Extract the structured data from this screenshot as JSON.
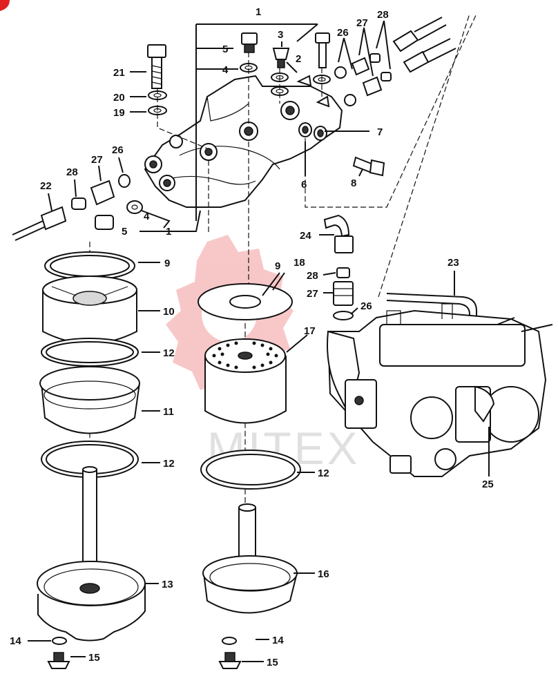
{
  "watermark": {
    "text": "MITEX",
    "color": "#f29a9a"
  },
  "corner_mark_color": "#e02020",
  "callouts": [
    {
      "id": "c1a",
      "text": "1"
    },
    {
      "id": "c1b",
      "text": "1"
    },
    {
      "id": "c2",
      "text": "2"
    },
    {
      "id": "c3",
      "text": "3"
    },
    {
      "id": "c4a",
      "text": "4"
    },
    {
      "id": "c4b",
      "text": "4"
    },
    {
      "id": "c5a",
      "text": "5"
    },
    {
      "id": "c5b",
      "text": "5"
    },
    {
      "id": "c6",
      "text": "6"
    },
    {
      "id": "c7",
      "text": "7"
    },
    {
      "id": "c8",
      "text": "8"
    },
    {
      "id": "c9a",
      "text": "9"
    },
    {
      "id": "c9b",
      "text": "9"
    },
    {
      "id": "c10",
      "text": "10"
    },
    {
      "id": "c11",
      "text": "11"
    },
    {
      "id": "c12a",
      "text": "12"
    },
    {
      "id": "c12b",
      "text": "12"
    },
    {
      "id": "c12c",
      "text": "12"
    },
    {
      "id": "c13",
      "text": "13"
    },
    {
      "id": "c14a",
      "text": "14"
    },
    {
      "id": "c14b",
      "text": "14"
    },
    {
      "id": "c15a",
      "text": "15"
    },
    {
      "id": "c15b",
      "text": "15"
    },
    {
      "id": "c16",
      "text": "16"
    },
    {
      "id": "c17",
      "text": "17"
    },
    {
      "id": "c18",
      "text": "18"
    },
    {
      "id": "c19",
      "text": "19"
    },
    {
      "id": "c20",
      "text": "20"
    },
    {
      "id": "c21",
      "text": "21"
    },
    {
      "id": "c22",
      "text": "22"
    },
    {
      "id": "c23",
      "text": "23"
    },
    {
      "id": "c24",
      "text": "24"
    },
    {
      "id": "c25",
      "text": "25"
    },
    {
      "id": "c26a",
      "text": "26"
    },
    {
      "id": "c26b",
      "text": "26"
    },
    {
      "id": "c26c",
      "text": "26"
    },
    {
      "id": "c27a",
      "text": "27"
    },
    {
      "id": "c27b",
      "text": "27"
    },
    {
      "id": "c27c",
      "text": "27"
    },
    {
      "id": "c28a",
      "text": "28"
    },
    {
      "id": "c28b",
      "text": "28"
    },
    {
      "id": "c28c",
      "text": "28"
    }
  ]
}
